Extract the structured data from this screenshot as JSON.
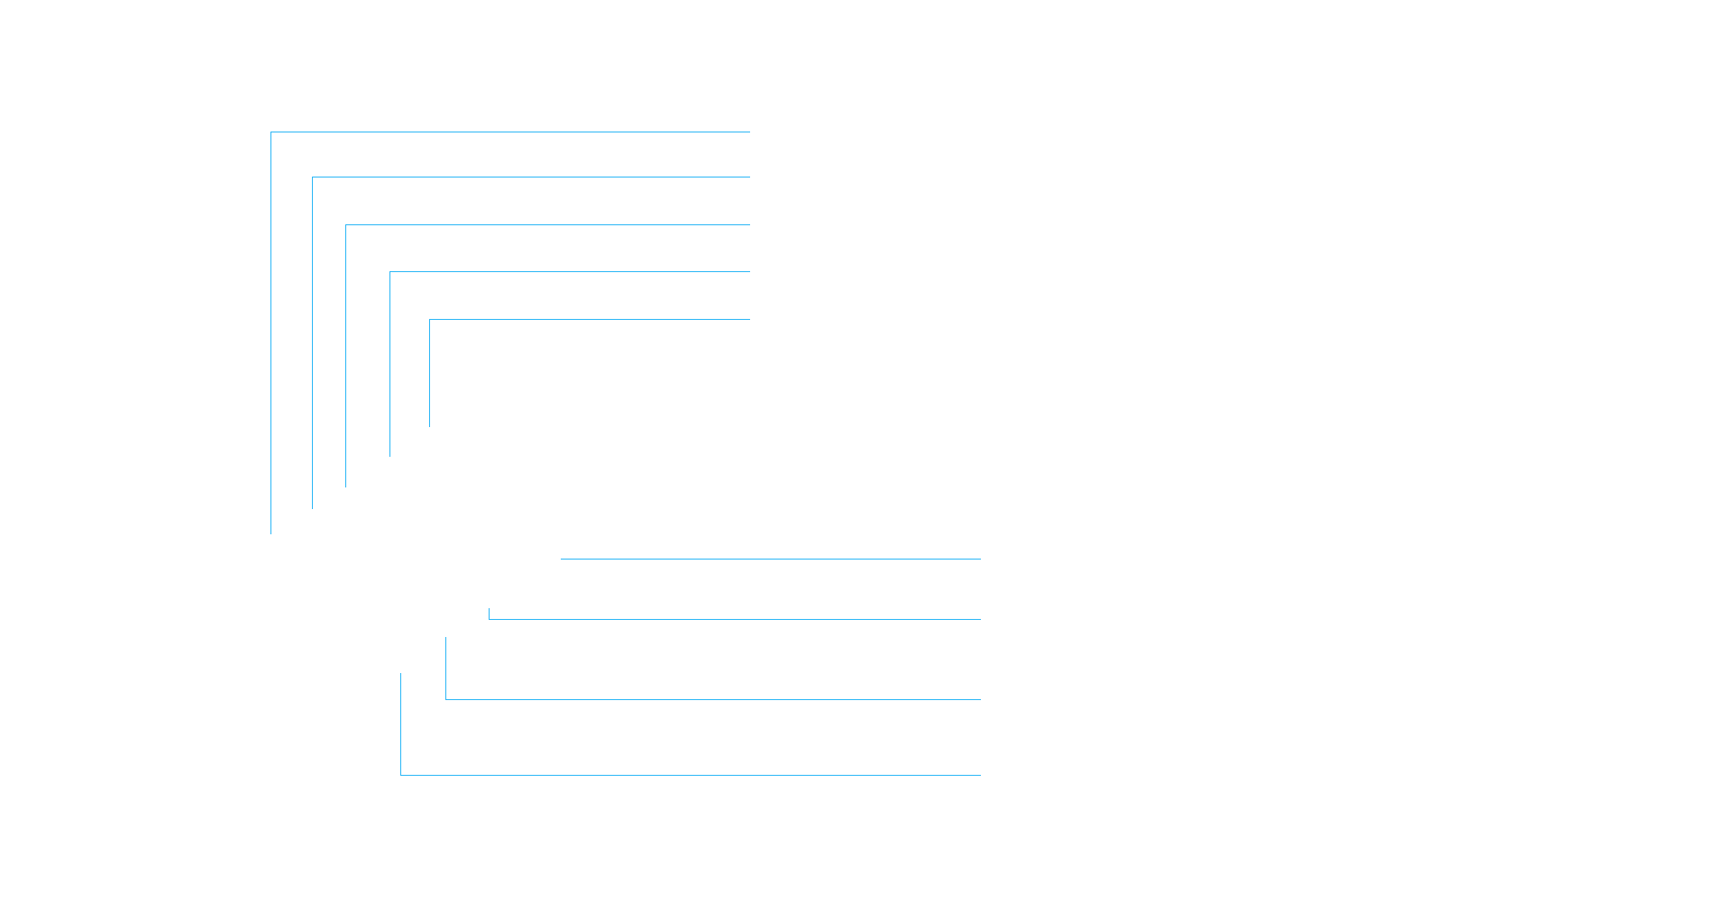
{
  "diagram": {
    "kind": "callout-leader-lines",
    "line_color": "#29b6f6",
    "background": "#ffffff",
    "upper_group": {
      "leader_count": 5,
      "leaders": [
        {
          "id": "upper-1"
        },
        {
          "id": "upper-2"
        },
        {
          "id": "upper-3"
        },
        {
          "id": "upper-4"
        },
        {
          "id": "upper-5"
        }
      ]
    },
    "lower_group": {
      "leader_count": 4,
      "leaders": [
        {
          "id": "lower-1"
        },
        {
          "id": "lower-2"
        },
        {
          "id": "lower-3"
        },
        {
          "id": "lower-4"
        }
      ]
    }
  }
}
